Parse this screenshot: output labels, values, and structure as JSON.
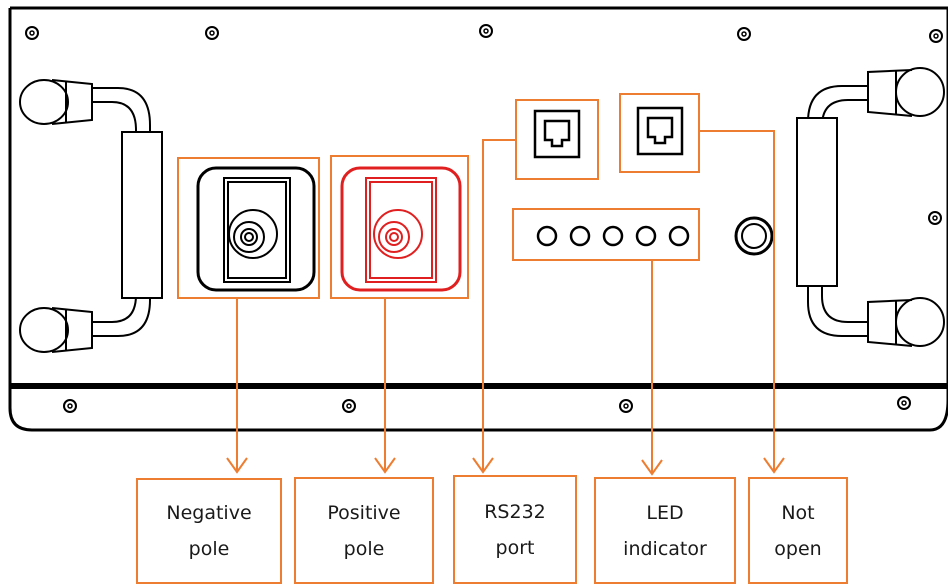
{
  "colors": {
    "accent": "#ED7D31",
    "outline": "#000000",
    "positive": "#E02020",
    "background": "#ffffff"
  },
  "icons": {
    "screw": "screw-icon",
    "handle": "handle-icon",
    "terminal": "terminal-icon",
    "port": "rj-port-icon",
    "led": "led-icon",
    "button": "round-button-icon"
  },
  "labels": {
    "negative_pole": "Negative pole",
    "positive_pole": "Positive pole",
    "rs232_port": "RS232 port",
    "led_indicator": "LED indicator",
    "not_open": "Not open"
  },
  "leds": {
    "count": 5
  }
}
